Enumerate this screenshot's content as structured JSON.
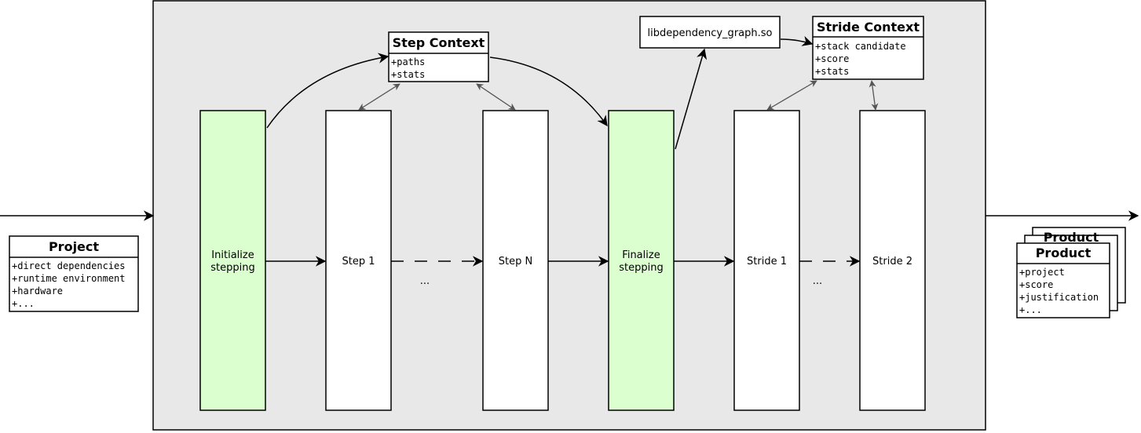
{
  "colors": {
    "panel": "#e8e8e8",
    "highlight": "#dcffd0",
    "stroke": "#000000",
    "double_arrow": "#555555",
    "white": "#ffffff"
  },
  "project": {
    "title": "Project",
    "attrs": [
      "+direct dependencies",
      "+runtime environment",
      "+hardware",
      "+..."
    ]
  },
  "product": {
    "title": "Product",
    "back_title_fragment": "Product",
    "attrs": [
      "+project",
      "+score",
      "+justification",
      "+..."
    ]
  },
  "step_context": {
    "title": "Step Context",
    "attrs": [
      "+paths",
      "+stats"
    ]
  },
  "stride_context": {
    "title": "Stride Context",
    "attrs": [
      "+stack candidate",
      "+score",
      "+stats"
    ]
  },
  "library": {
    "label": "libdependency_graph.so"
  },
  "columns": {
    "init": [
      "Initialize",
      "stepping"
    ],
    "step1": "Step 1",
    "stepn": "Step N",
    "finalize": [
      "Finalize",
      "stepping"
    ],
    "stride1": "Stride 1",
    "stride2": "Stride 2"
  },
  "ellipsis": "..."
}
